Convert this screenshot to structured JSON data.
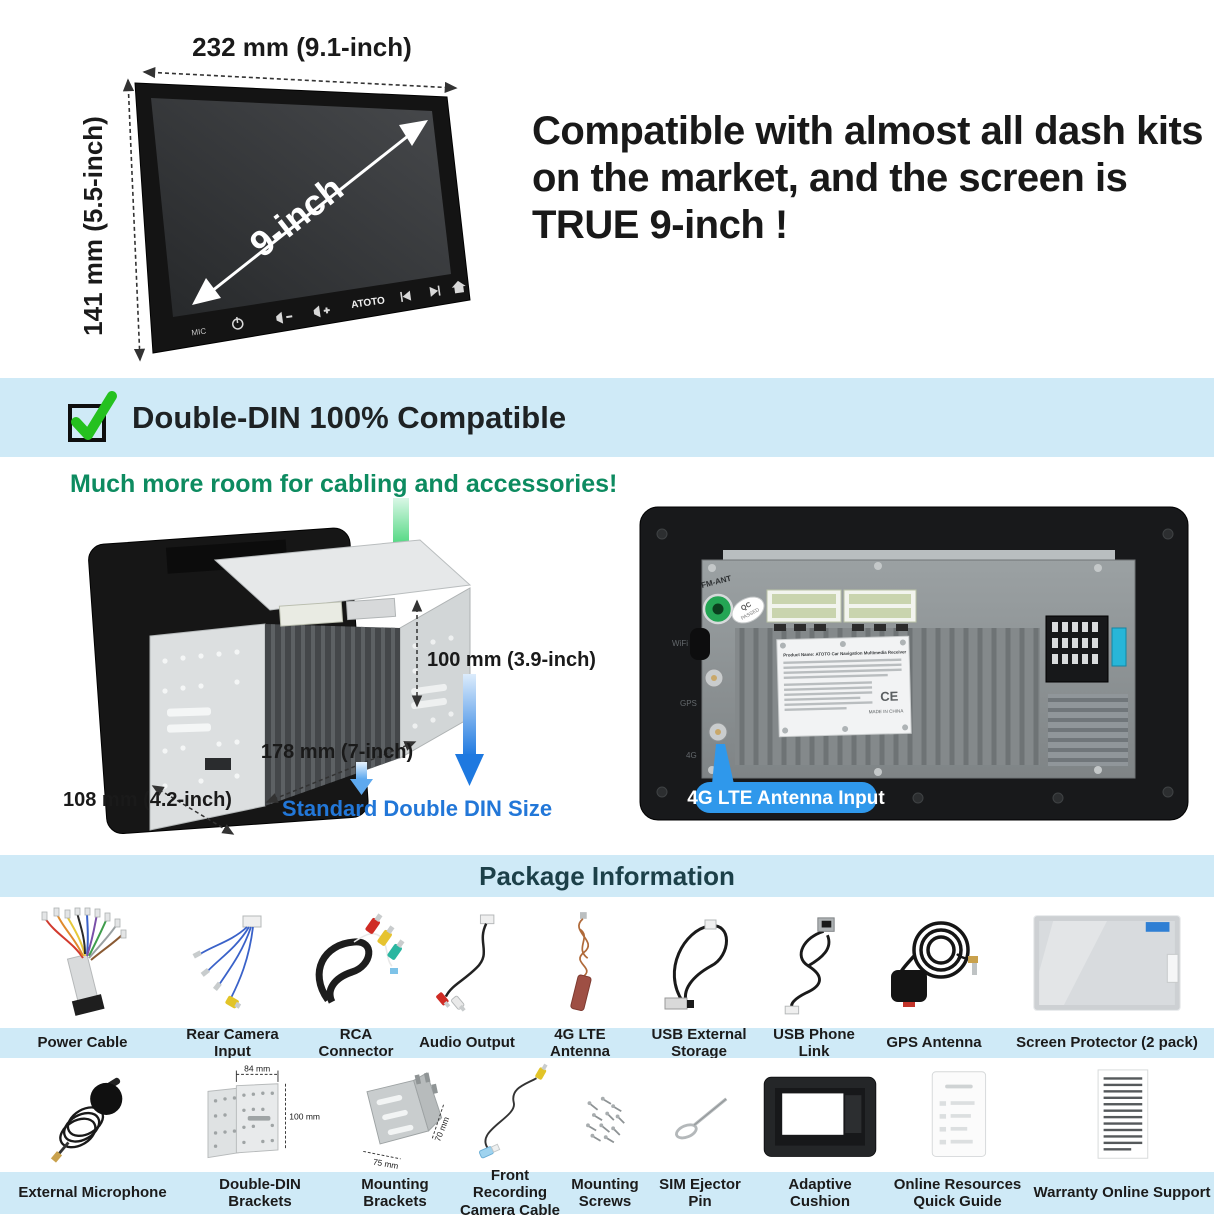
{
  "colors": {
    "band_blue": "#cfeaf7",
    "accent_pill_blue": "#2f98eb",
    "link_blue": "#2277d8",
    "green_text": "#0d8b60",
    "check_green": "#25c11f",
    "headline_dark": "#191919",
    "pkg_title_teal": "#1c4049"
  },
  "hero": {
    "width_label": "232 mm (9.1-inch)",
    "height_label": "141 mm (5.5-inch)",
    "diagonal_label": "9-inch",
    "headline": "Compatible with almost all dash kits on the market, and the screen is TRUE 9-inch !",
    "bezel": {
      "mic": "MIC",
      "brand": "ATOTO"
    }
  },
  "din": {
    "title": "Double-DIN 100% Compatible"
  },
  "cabling": {
    "subtitle": "Much more room for cabling and accessories!",
    "depth_label": "100 mm (3.9-inch)",
    "width_label": "178 mm (7-inch)",
    "height_label": "108 mm (4.2-inch)",
    "din_size_label": "Standard Double DIN Size",
    "callout": "4G LTE Antenna Input"
  },
  "rear": {
    "fm_ant": "FM-ANT",
    "qc1": "QC",
    "qc2": "PASSED",
    "wifi": "WiFi",
    "gps": "GPS",
    "lte": "4G",
    "product": "Product Name: ATOTO Car Navigation Multimedia Receiver",
    "ce": "CE",
    "made": "MADE IN CHINA"
  },
  "package": {
    "title": "Package Information",
    "row1": [
      {
        "label": "Power Cable"
      },
      {
        "label": "Rear Camera Input"
      },
      {
        "label": "RCA Connector"
      },
      {
        "label": "Audio Output"
      },
      {
        "label": "4G LTE Antenna"
      },
      {
        "label": "USB External Storage"
      },
      {
        "label": "USB Phone Link"
      },
      {
        "label": "GPS Antenna"
      },
      {
        "label": "Screen Protector (2 pack)"
      }
    ],
    "row2": [
      {
        "label": "External Microphone"
      },
      {
        "label": "Double-DIN Brackets",
        "dim_w": "84 mm",
        "dim_h": "100 mm"
      },
      {
        "label": "Mounting Brackets",
        "dim_w": "75 mm",
        "dim_h": "70 mm"
      },
      {
        "label": "Front Recording Camera Cable"
      },
      {
        "label": "Mounting Screws"
      },
      {
        "label": "SIM Ejector Pin"
      },
      {
        "label": "Adaptive Cushion"
      },
      {
        "label": "Online Resources Quick Guide"
      },
      {
        "label": "Warranty Online Support"
      }
    ]
  }
}
